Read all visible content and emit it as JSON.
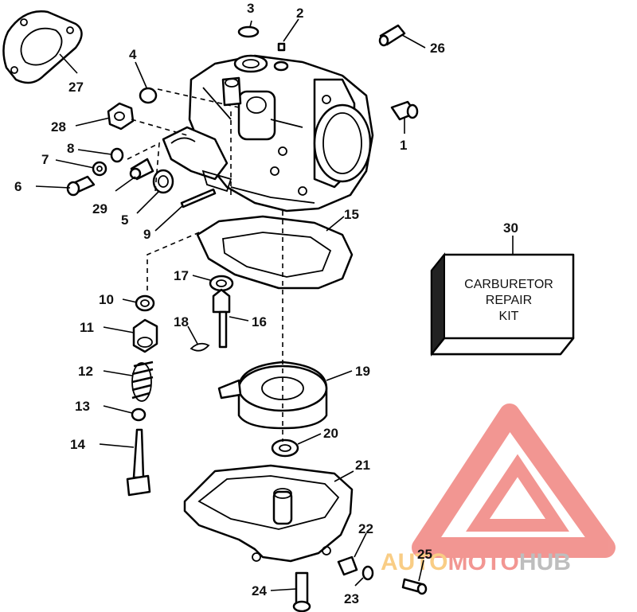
{
  "callouts": [
    {
      "id": "1",
      "label": "1"
    },
    {
      "id": "2",
      "label": "2"
    },
    {
      "id": "3",
      "label": "3"
    },
    {
      "id": "4",
      "label": "4"
    },
    {
      "id": "5",
      "label": "5"
    },
    {
      "id": "6",
      "label": "6"
    },
    {
      "id": "7",
      "label": "7"
    },
    {
      "id": "8",
      "label": "8"
    },
    {
      "id": "9",
      "label": "9"
    },
    {
      "id": "10",
      "label": "10"
    },
    {
      "id": "11",
      "label": "11"
    },
    {
      "id": "12",
      "label": "12"
    },
    {
      "id": "13",
      "label": "13"
    },
    {
      "id": "14",
      "label": "14"
    },
    {
      "id": "15",
      "label": "15"
    },
    {
      "id": "16",
      "label": "16"
    },
    {
      "id": "17",
      "label": "17"
    },
    {
      "id": "18",
      "label": "18"
    },
    {
      "id": "19",
      "label": "19"
    },
    {
      "id": "20",
      "label": "20"
    },
    {
      "id": "21",
      "label": "21"
    },
    {
      "id": "22",
      "label": "22"
    },
    {
      "id": "23",
      "label": "23"
    },
    {
      "id": "24",
      "label": "24"
    },
    {
      "id": "25",
      "label": "25"
    },
    {
      "id": "26",
      "label": "26"
    },
    {
      "id": "27",
      "label": "27"
    },
    {
      "id": "28",
      "label": "28"
    },
    {
      "id": "29",
      "label": "29"
    },
    {
      "id": "30",
      "label": "30"
    }
  ],
  "kit_box": {
    "line1": "CARBURETOR",
    "line2": "REPAIR",
    "line3": "KIT"
  },
  "watermark": {
    "word_part1": "AUTO",
    "word_part2": "MOTO",
    "word_part3": "HUB",
    "color_orange": "#f5a623",
    "color_red": "#e8423a",
    "color_gray": "#8a8a8a"
  }
}
